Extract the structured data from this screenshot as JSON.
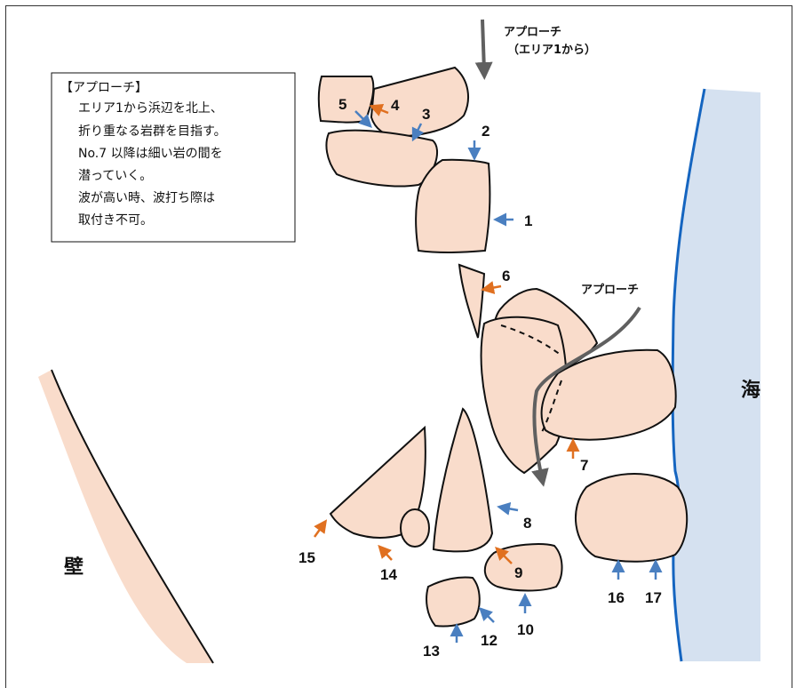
{
  "colors": {
    "rock_fill": "#f9dccb",
    "sea_fill": "#d5e1f0",
    "shoreline": "#1565c0",
    "outline": "#111111",
    "arrow_orange": "#e07020",
    "arrow_blue": "#4a7fc0",
    "approach_arrow": "#606060"
  },
  "approach": {
    "top_label_line1": "アプローチ",
    "top_label_line2": "（エリア1から）",
    "middle_label": "アプローチ"
  },
  "note": {
    "title": "【アプローチ】",
    "lines": [
      "エリア1から浜辺を北上、",
      "折り重なる岩群を目指す。",
      "No.7 以降は細い岩の間を",
      "潜っていく。",
      "波が高い時、波打ち際は",
      "取付き不可。"
    ]
  },
  "labels": {
    "sea": "海",
    "wall": "壁"
  },
  "routes": [
    {
      "number": "1",
      "arrow": "blue"
    },
    {
      "number": "2",
      "arrow": "blue"
    },
    {
      "number": "3",
      "arrow": "blue"
    },
    {
      "number": "4",
      "arrow": "orange"
    },
    {
      "number": "5",
      "arrow": "blue"
    },
    {
      "number": "6",
      "arrow": "orange"
    },
    {
      "number": "7",
      "arrow": "orange"
    },
    {
      "number": "8",
      "arrow": "blue"
    },
    {
      "number": "9",
      "arrow": "orange"
    },
    {
      "number": "10",
      "arrow": "blue"
    },
    {
      "number": "12",
      "arrow": "blue"
    },
    {
      "number": "13",
      "arrow": "blue"
    },
    {
      "number": "14",
      "arrow": "orange"
    },
    {
      "number": "15",
      "arrow": "orange"
    },
    {
      "number": "16",
      "arrow": "blue"
    },
    {
      "number": "17",
      "arrow": "blue"
    }
  ]
}
